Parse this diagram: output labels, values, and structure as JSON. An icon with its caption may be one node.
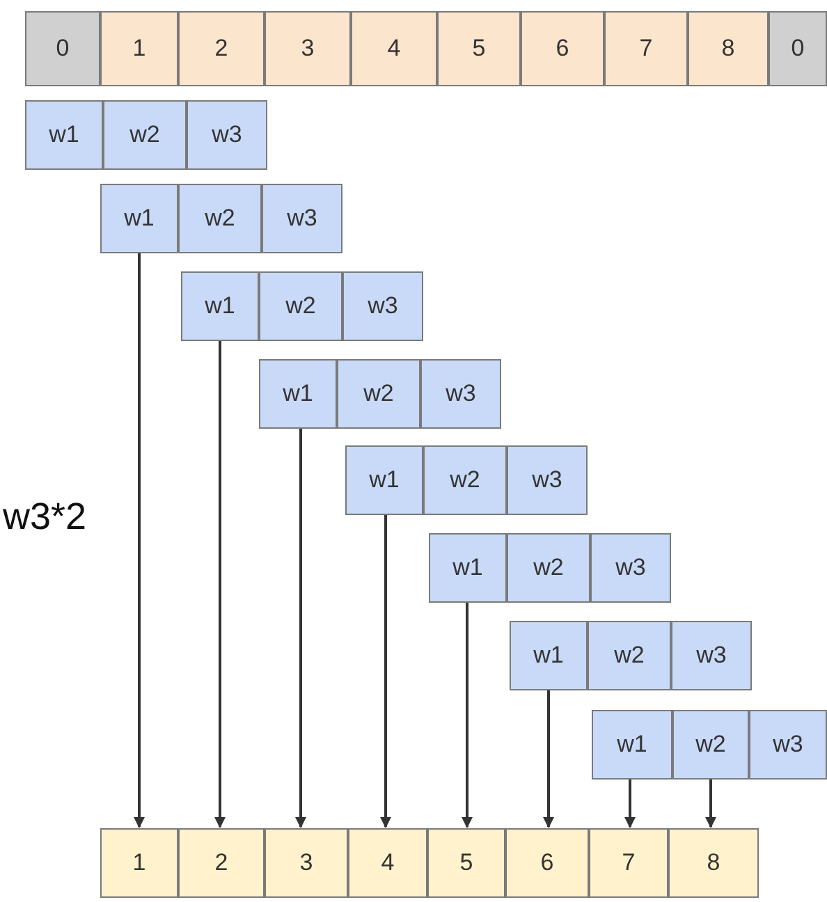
{
  "diagram": {
    "nodes": [
      {
        "text": [
          "0"
        ]
      },
      {
        "text": [
          "1"
        ]
      },
      {
        "text": [
          "2"
        ]
      },
      {
        "text": [
          "3"
        ]
      },
      {
        "text": [
          "4"
        ]
      },
      {
        "text": [
          "5"
        ]
      },
      {
        "text": [
          "6"
        ]
      },
      {
        "text": [
          "7"
        ]
      },
      {
        "text": [
          "8"
        ]
      },
      {
        "text": [
          "0"
        ]
      },
      {
        "text": [
          "w1"
        ]
      },
      {
        "text": [
          "w2"
        ]
      },
      {
        "text": [
          "w3"
        ]
      },
      {
        "text": [
          "w1"
        ]
      },
      {
        "text": [
          "w2"
        ]
      },
      {
        "text": [
          "w3"
        ]
      },
      {
        "text": [
          "w1"
        ]
      },
      {
        "text": [
          "w2"
        ]
      },
      {
        "text": [
          "w3"
        ]
      },
      {
        "text": [
          "w1"
        ]
      },
      {
        "text": [
          "w2"
        ]
      },
      {
        "text": [
          "w3"
        ]
      },
      {
        "text": [
          "w1"
        ]
      },
      {
        "text": [
          "w2"
        ]
      },
      {
        "text": [
          "w3"
        ]
      },
      {
        "text": [
          "w1"
        ]
      },
      {
        "text": [
          "w2"
        ]
      },
      {
        "text": [
          "w3"
        ]
      },
      {
        "text": [
          "w1"
        ]
      },
      {
        "text": [
          "w2"
        ]
      },
      {
        "text": [
          "w3"
        ]
      },
      {
        "text": [
          "w1"
        ]
      },
      {
        "text": [
          "w2"
        ]
      },
      {
        "text": [
          "w3"
        ]
      },
      {
        "text": [
          "1"
        ]
      },
      {
        "text": [
          "2"
        ]
      },
      {
        "text": [
          "3"
        ]
      },
      {
        "text": [
          "4"
        ]
      },
      {
        "text": [
          "5"
        ]
      },
      {
        "text": [
          "6"
        ]
      },
      {
        "text": [
          "7"
        ]
      },
      {
        "text": [
          "8"
        ]
      }
    ],
    "edges": [
      {
        "from": 13,
        "to": 34,
        "arrow": "to"
      },
      {
        "from": 16,
        "to": 35,
        "arrow": "to"
      },
      {
        "from": 19,
        "to": 36,
        "arrow": "to"
      },
      {
        "from": 22,
        "to": 37,
        "arrow": "to"
      },
      {
        "from": 25,
        "to": 38,
        "arrow": "to"
      },
      {
        "from": 28,
        "to": 39,
        "arrow": "to"
      },
      {
        "from": 31,
        "to": 40,
        "arrow": "to"
      },
      {
        "from": 32,
        "to": 41,
        "arrow": "to"
      }
    ],
    "labels": [
      "w3*2"
    ]
  }
}
